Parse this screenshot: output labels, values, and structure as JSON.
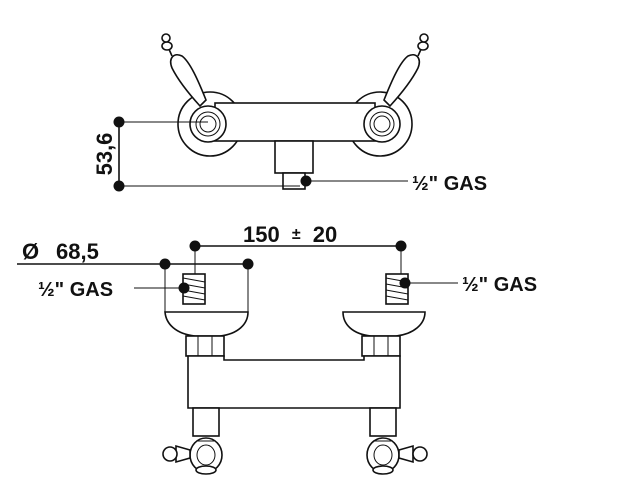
{
  "dimensions": {
    "height": "53,6",
    "diameter_symbol": "Ø",
    "diameter": "68,5",
    "spacing_value": "150",
    "spacing_tolerance_sign": "±",
    "spacing_tolerance": "20"
  },
  "connections": {
    "top_outlet": "½\" GAS",
    "left_inlet": "½\" GAS",
    "right_inlet": "½\" GAS"
  },
  "colors": {
    "line": "#111111",
    "background": "#ffffff"
  }
}
